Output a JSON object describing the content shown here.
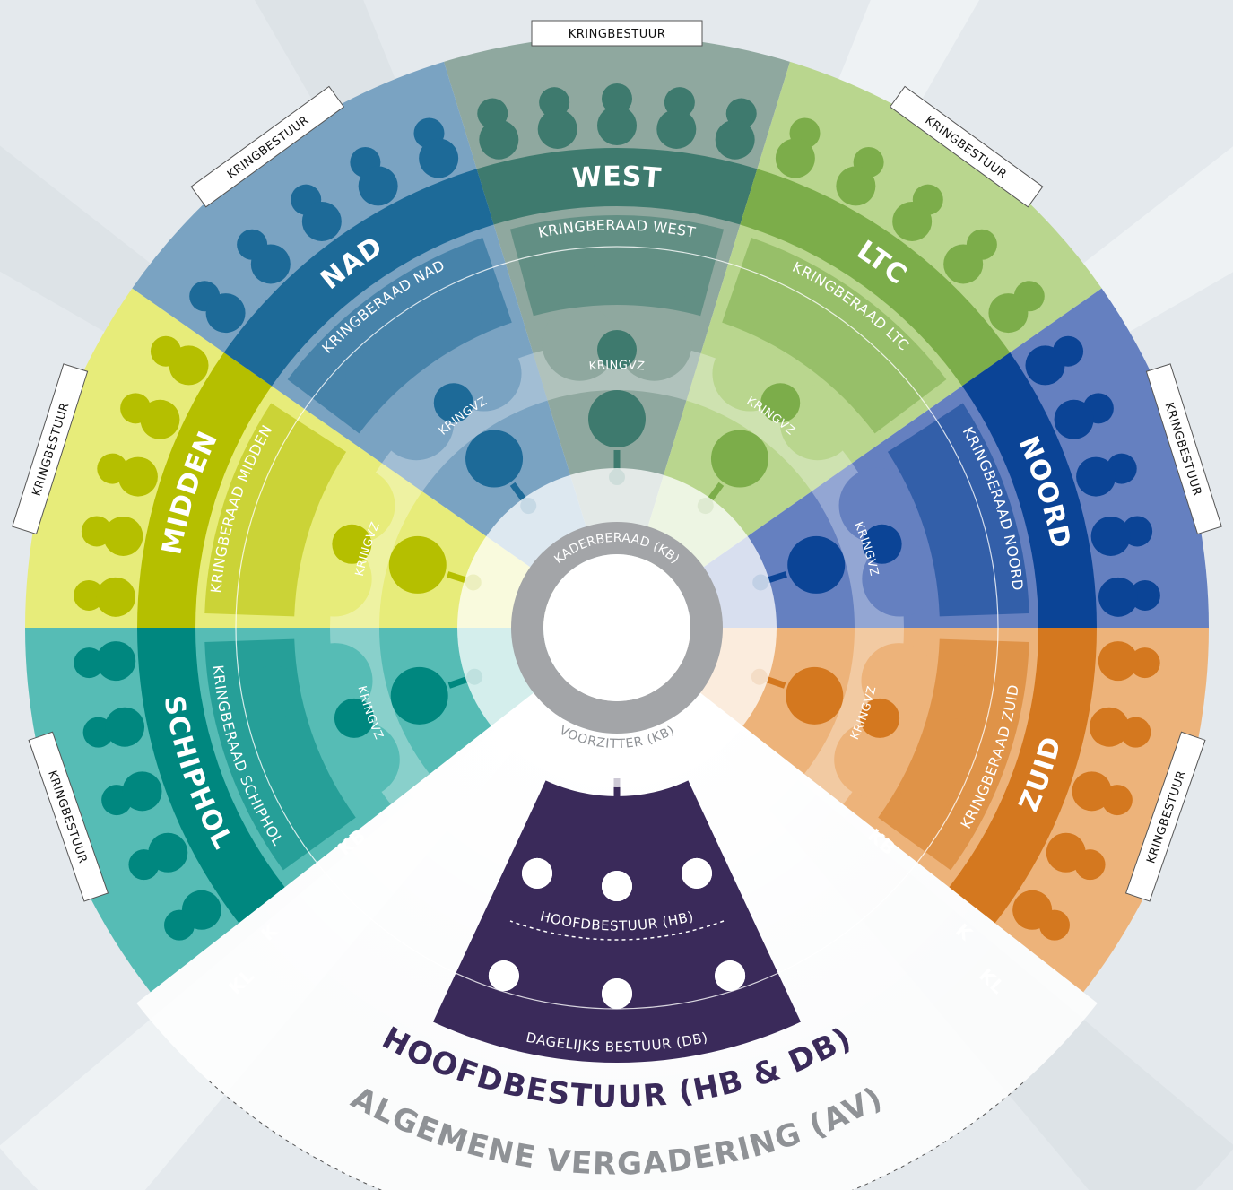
{
  "sectors": [
    {
      "key": "west",
      "name": "WEST",
      "council": "KRINGBERAAD WEST",
      "board": "KRINGBESTUUR",
      "chair": "KRINGVZ",
      "color": "#3e7a6e",
      "light": "#8fa89f"
    },
    {
      "key": "ltc",
      "name": "LTC",
      "council": "KRINGBERAAD LTC",
      "board": "KRINGBESTUUR",
      "chair": "KRINGVZ",
      "color": "#7cad4a",
      "light": "#b9d68e"
    },
    {
      "key": "noord",
      "name": "NOORD",
      "council": "KRINGBERAAD NOORD",
      "board": "KRINGBESTUUR",
      "chair": "KRINGVZ",
      "color": "#0b4496",
      "light": "#6580c0"
    },
    {
      "key": "zuid",
      "name": "ZUID",
      "council": "KRINGBERAAD ZUID",
      "board": "KRINGBESTUUR",
      "chair": "KRINGVZ",
      "color": "#d4781f",
      "light": "#edb37a"
    },
    {
      "key": "schiphol",
      "name": "SCHIPHOL",
      "council": "KRINGBERAAD SCHIPHOL",
      "board": "KRINGBESTUUR",
      "chair": "KRINGVZ",
      "color": "#00877f",
      "light": "#56bcb5"
    },
    {
      "key": "midden",
      "name": "MIDDEN",
      "council": "KRINGBERAAD MIDDEN",
      "board": "KRINGBESTUUR",
      "chair": "KRINGVZ",
      "color": "#b5bf00",
      "light": "#e7ec7a"
    },
    {
      "key": "nad",
      "name": "NAD",
      "council": "KRINGBERAAD NAD",
      "board": "KRINGBESTUUR",
      "chair": "KRINGVZ",
      "color": "#1d6a98",
      "light": "#7aa3c2"
    }
  ],
  "center": {
    "top_label": "KADERBERAAD (KB)",
    "bottom_label": "VOORZITTER (KB)",
    "ring_color": "#a3a5a8"
  },
  "hoofdbestuur": {
    "title": "HOOFDBESTUUR (HB & DB)",
    "hb_label": "HOOFDBESTUUR (HB)",
    "db_label": "DAGELIJKS BESTUUR (DB)",
    "color": "#3a2a5a"
  },
  "ring_tags": {
    "kb_left": "KB",
    "kb_right": "KB",
    "k_left": "K",
    "k_right": "K",
    "kl_left": "KL",
    "kl_right": "KL"
  },
  "footer": {
    "title": "ALGEMENE VERGADERING (AV)",
    "color": "#8f9296"
  }
}
